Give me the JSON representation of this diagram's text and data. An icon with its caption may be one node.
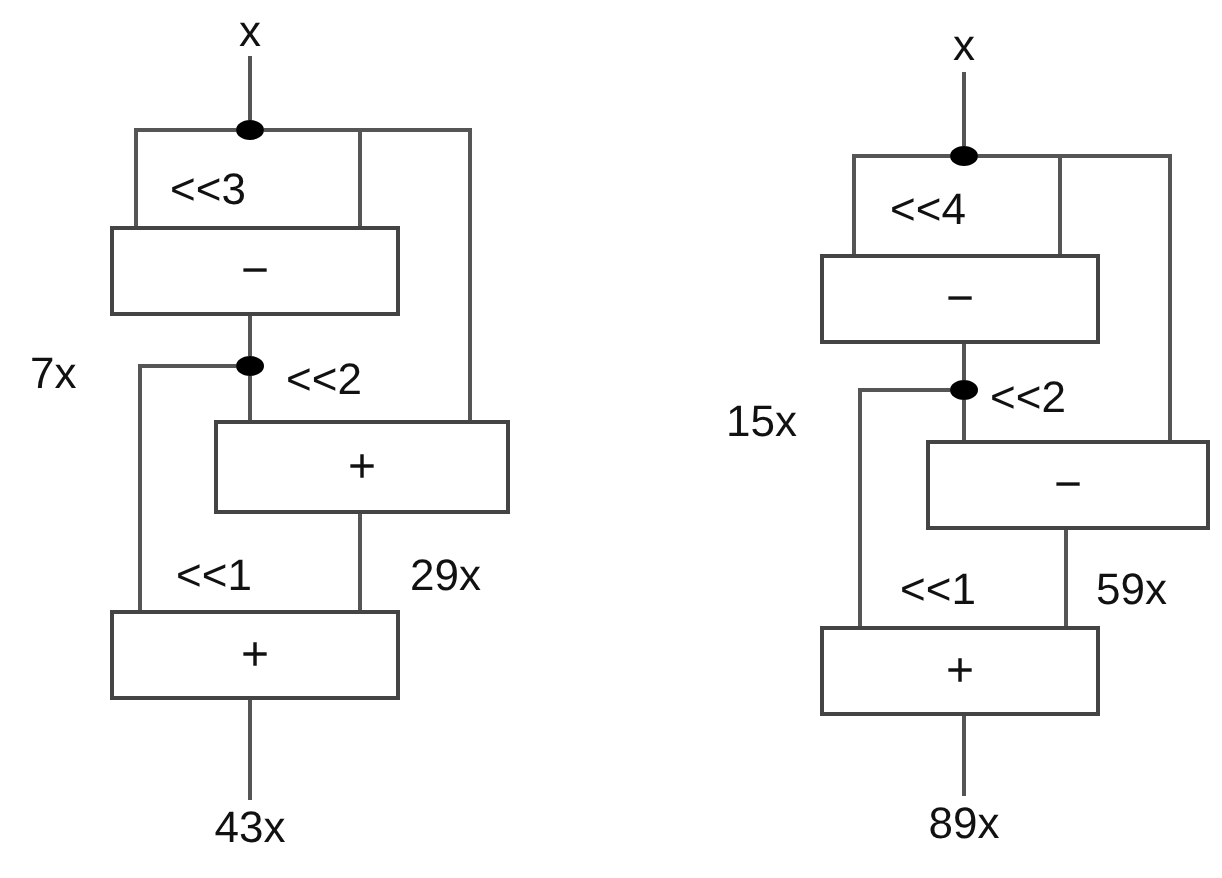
{
  "diagram": {
    "nodes": [
      {
        "text": [
          "x"
        ]
      },
      {
        "text": [],
        "shape": "circle"
      },
      {
        "text": [
          "−"
        ]
      },
      {
        "text": [],
        "shape": "circle"
      },
      {
        "text": [
          "+"
        ]
      },
      {
        "text": [
          "+"
        ]
      },
      {
        "text": [
          "43x"
        ]
      },
      {
        "text": [
          "x"
        ]
      },
      {
        "text": [],
        "shape": "circle"
      },
      {
        "text": [
          "−"
        ]
      },
      {
        "text": [],
        "shape": "circle"
      },
      {
        "text": [
          "−"
        ]
      },
      {
        "text": [
          "+"
        ]
      },
      {
        "text": [
          "89x"
        ]
      }
    ],
    "edges": [
      {
        "from": 0,
        "to": 1,
        "arrow": "none"
      },
      {
        "from": 1,
        "to": 2,
        "arrow": "none"
      },
      {
        "from": 1,
        "to": 2,
        "arrow": "none"
      },
      {
        "from": 1,
        "to": 4,
        "arrow": "none"
      },
      {
        "from": 2,
        "to": 3,
        "arrow": "none"
      },
      {
        "from": 3,
        "to": 5,
        "arrow": "none"
      },
      {
        "from": 3,
        "to": 4,
        "arrow": "none"
      },
      {
        "from": 4,
        "to": 5,
        "arrow": "none"
      },
      {
        "from": 5,
        "to": 6,
        "arrow": "none"
      },
      {
        "from": 7,
        "to": 8,
        "arrow": "none"
      },
      {
        "from": 8,
        "to": 9,
        "arrow": "none"
      },
      {
        "from": 8,
        "to": 9,
        "arrow": "none"
      },
      {
        "from": 8,
        "to": 11,
        "arrow": "none"
      },
      {
        "from": 9,
        "to": 10,
        "arrow": "none"
      },
      {
        "from": 10,
        "to": 12,
        "arrow": "none"
      },
      {
        "from": 10,
        "to": 11,
        "arrow": "none"
      },
      {
        "from": 11,
        "to": 12,
        "arrow": "none"
      },
      {
        "from": 12,
        "to": 13,
        "arrow": "none"
      }
    ],
    "labels": [
      "<<3",
      "7x",
      "<<2",
      "<<1",
      "29x",
      "<<4",
      "15x",
      "<<2",
      "<<1",
      "59x"
    ]
  }
}
